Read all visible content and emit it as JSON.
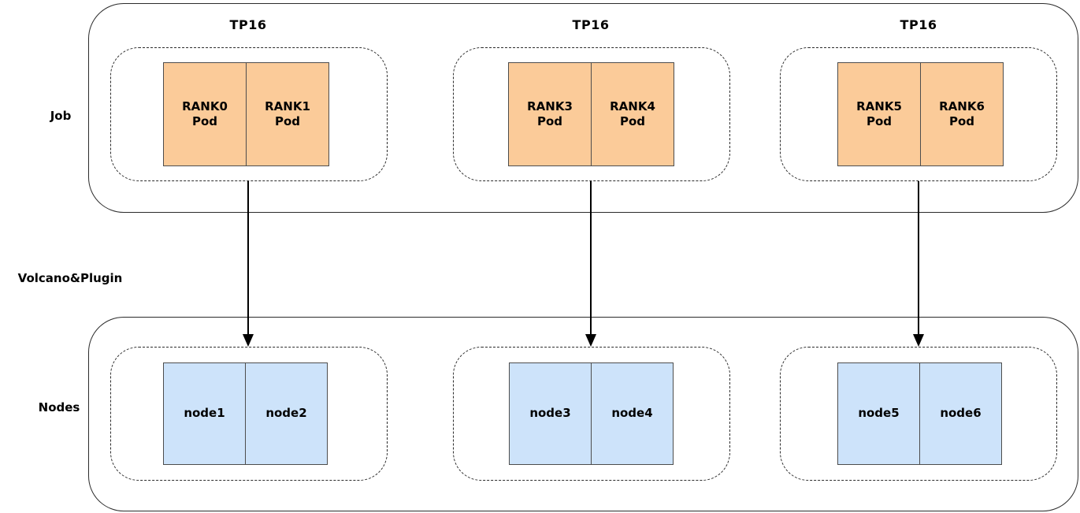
{
  "labels": {
    "job": "Job",
    "middle": "Volcano&Plugin",
    "nodes": "Nodes"
  },
  "tp_groups": [
    {
      "title": "TP16",
      "pods": [
        {
          "name": "RANK0",
          "type": "Pod"
        },
        {
          "name": "RANK1",
          "type": "Pod"
        }
      ]
    },
    {
      "title": "TP16",
      "pods": [
        {
          "name": "RANK3",
          "type": "Pod"
        },
        {
          "name": "RANK4",
          "type": "Pod"
        }
      ]
    },
    {
      "title": "TP16",
      "pods": [
        {
          "name": "RANK5",
          "type": "Pod"
        },
        {
          "name": "RANK6",
          "type": "Pod"
        }
      ]
    }
  ],
  "node_groups": [
    {
      "nodes": [
        "node1",
        "node2"
      ]
    },
    {
      "nodes": [
        "node3",
        "node4"
      ]
    },
    {
      "nodes": [
        "node5",
        "node6"
      ]
    }
  ],
  "connections": [
    {
      "from": "tp-group-1",
      "to": "node-group-1"
    },
    {
      "from": "tp-group-2",
      "to": "node-group-2"
    },
    {
      "from": "tp-group-3",
      "to": "node-group-3"
    }
  ],
  "colors": {
    "pod_fill": "#FBCB99",
    "node_fill": "#CDE3FA",
    "stroke": "#2B2B2B",
    "arrow": "#000000"
  }
}
